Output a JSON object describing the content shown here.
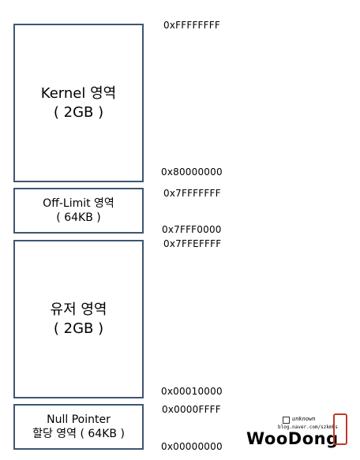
{
  "regions": [
    {
      "line1": "Kernel 영역",
      "line2": "( 2GB )"
    },
    {
      "line1": "Off-Limit 영역",
      "line2": "( 64KB )"
    },
    {
      "line1": "유저 영역",
      "line2": "( 2GB )"
    },
    {
      "line1": "Null Pointer",
      "line2": "할당 영역 ( 64KB )"
    }
  ],
  "addresses": [
    "0xFFFFFFFF",
    "0x80000000",
    "0x7FFFFFFF",
    "0x7FFF0000",
    "0x7FFEFFFF",
    "0x00010000",
    "0x0000FFFF",
    "0x00000000"
  ],
  "watermark": {
    "top": "unknown",
    "url": "blog.naver.com/szkmhs",
    "name": "WooDong"
  }
}
